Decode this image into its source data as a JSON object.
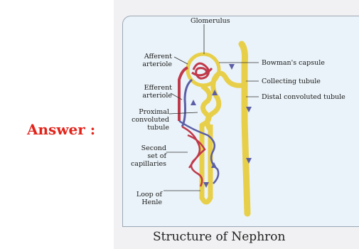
{
  "answer_label": "Answer :",
  "figure": {
    "caption": "Structure of Nephron",
    "labels": {
      "glomerulus": "Glomerulus",
      "afferent_1": "Afferent",
      "afferent_2": "arteriole",
      "efferent_1": "Efferent",
      "efferent_2": "arteriole",
      "proximal_1": "Proximal",
      "proximal_2": "convoluted",
      "proximal_3": "tubule",
      "second_1": "Second",
      "second_2": "set of",
      "second_3": "capillaries",
      "loop_1": "Loop of",
      "loop_2": "Henle",
      "bowmans": "Bowman's capsule",
      "collecting": "Collecting tubule",
      "distal": "Distal convoluted tubule"
    },
    "colors": {
      "answer": "#e2231a",
      "tubule": "#e8cf4a",
      "artery": "#c0394a",
      "vein": "#5b5ea6",
      "panel": "#eaf3f9"
    }
  }
}
